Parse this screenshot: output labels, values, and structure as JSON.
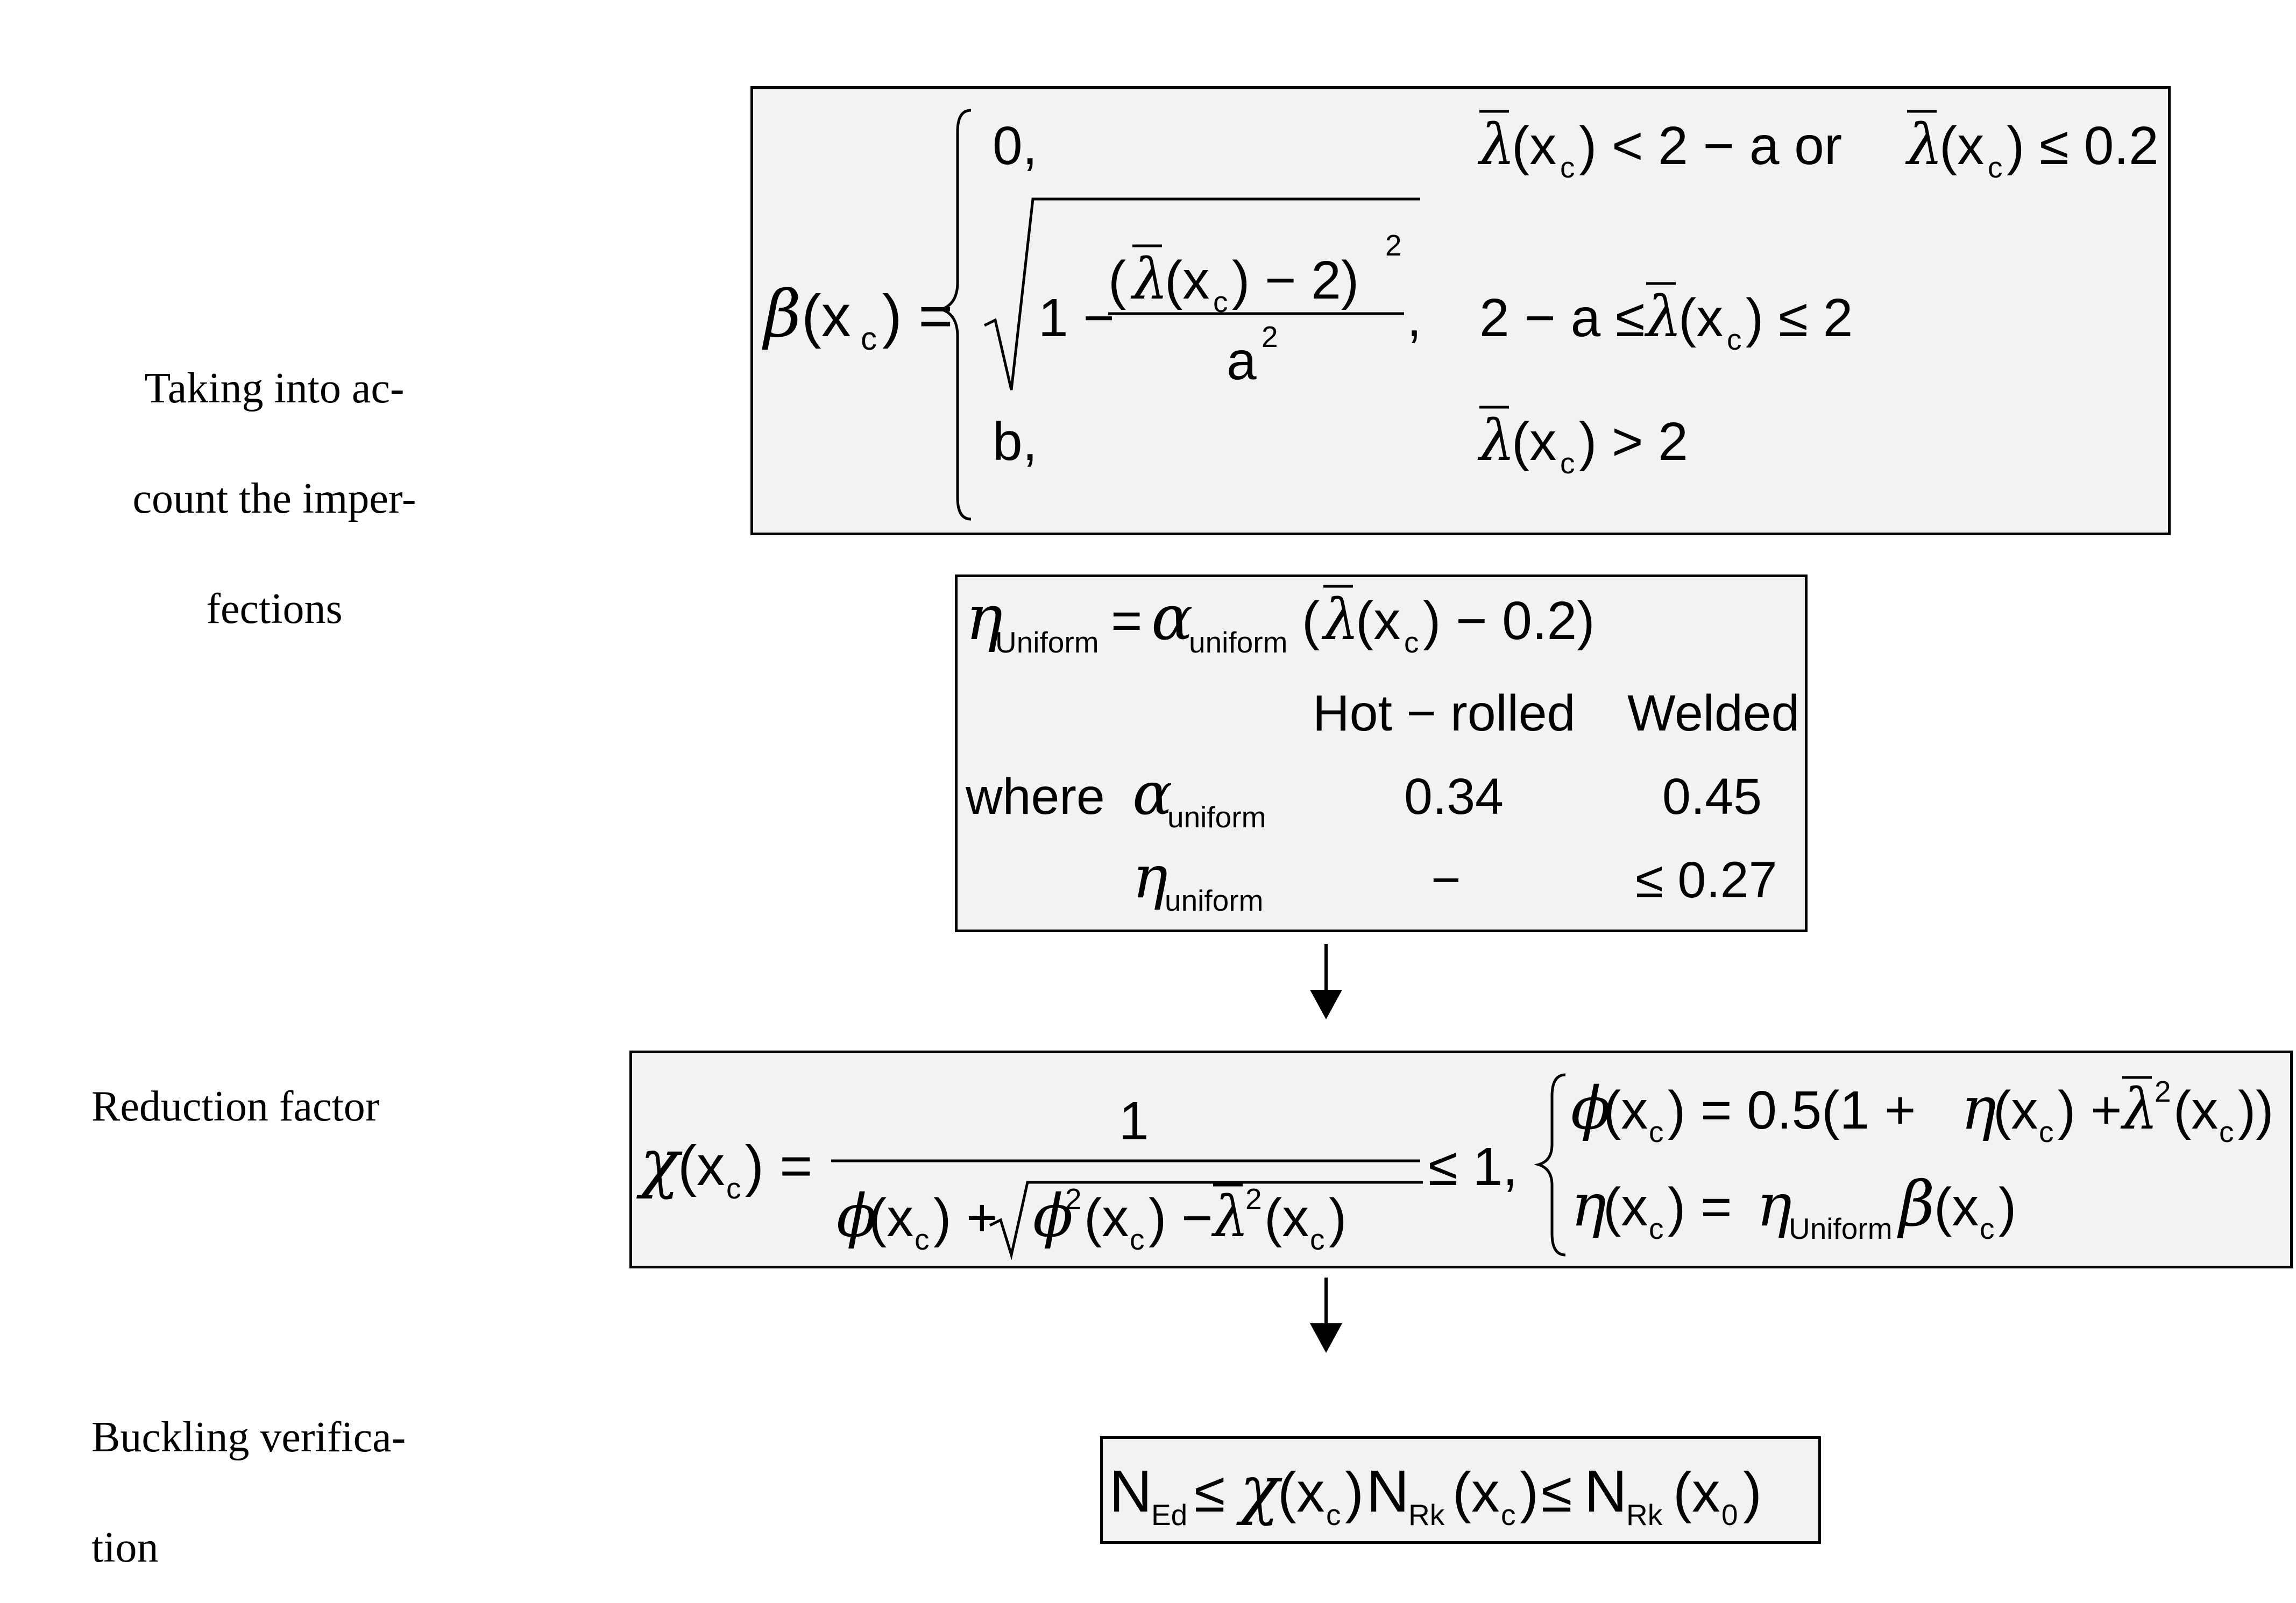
{
  "labels": {
    "imperfections": [
      "Taking into ac-",
      "count the imper-",
      "fections"
    ],
    "reduction": "Reduction factor",
    "buckling": [
      "Buckling verifica-",
      "tion"
    ]
  },
  "beta_box": {
    "lhs_symbol": "β",
    "lhs_arg": "(x",
    "lhs_sub": "c",
    "lhs_close": ") =",
    "case1_value": "0,",
    "case1_condition": "λ(x",
    "case1_condition_rest": ") < 2 − a  or  ",
    "case1_condition_b": ") ≤ 0.2",
    "case2_one_minus": "1 −",
    "case2_numerator": "(λ(x",
    "case2_numerator_rest": ") − 2)",
    "case2_power": "2",
    "case2_denominator": "a",
    "case2_den_power": "2",
    "case2_comma": ",",
    "case2_condition_a": "2 − a ≤ ",
    "case2_condition_b": ") ≤ 2",
    "case3_value": "b,",
    "case3_condition": ") > 2"
  },
  "eta_box": {
    "eta_symbol": "η",
    "eta_sub": "Uniform",
    "equals": "=",
    "alpha_symbol": "α",
    "alpha_sub": "uniform",
    "formula_rest": ") − 0.2)",
    "col_hot": "Hot − rolled",
    "col_welded": "Welded",
    "where": "where",
    "row1_symbol": "α",
    "row1_sub": "uniform",
    "row1_hot": "0.34",
    "row1_welded": "0.45",
    "row2_symbol": "η",
    "row2_sub": "uniform",
    "row2_hot": "−",
    "row2_welded": "≤ 0.27"
  },
  "chi_box": {
    "chi_symbol": "χ",
    "chi_rest": ") =",
    "numerator": "1",
    "le_one": "≤ 1,",
    "phi_eq_rest": ") = 0.5(1 + ",
    "phi_eq_tail": "))",
    "eta_eq_rest": ") = ",
    "eta_sub": "Uniform"
  },
  "buck_box": {
    "N": "N",
    "Ed": "Ed",
    "le": "≤",
    "chi": "χ",
    "Rk": "Rk",
    "zero": "0"
  },
  "arrows": [
    "down-arrow-1",
    "down-arrow-2"
  ]
}
